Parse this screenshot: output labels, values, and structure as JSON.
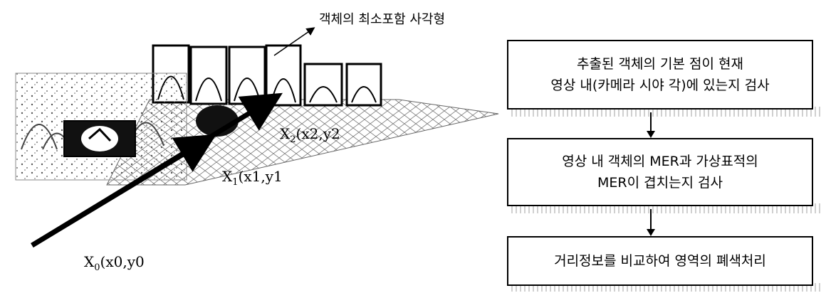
{
  "scene": {
    "mer_annotation": "객체의 최소포함 사각형",
    "points": {
      "x0": {
        "main": "X",
        "sub": "0",
        "rest": "(x0,y0"
      },
      "x1": {
        "main": "X",
        "sub": "1",
        "rest": "(x1,y1"
      },
      "x2": {
        "main": "X",
        "sub": "2",
        "rest": "(x2,y2"
      }
    }
  },
  "flowchart": {
    "steps": [
      {
        "lines": [
          "추출된 객체의 기본 점이 현재",
          "영상 내(카메라 시야 각)에 있는지 검사"
        ]
      },
      {
        "lines": [
          "영상 내 객체의 MER과 가상표적의",
          "MER이 겹치는지 검사"
        ]
      },
      {
        "lines": [
          "거리정보를 비교하여 영역의 폐색처리"
        ]
      }
    ]
  }
}
